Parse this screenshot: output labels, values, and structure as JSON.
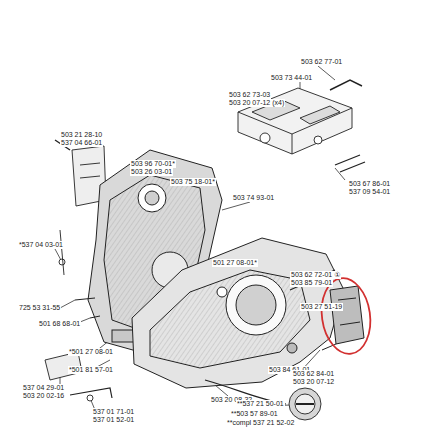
{
  "diagram": {
    "labels": [
      "503 62 77-01",
      "503 73 44-01",
      "503 62 73-03",
      "503 20 07-12 (x4)",
      "503 67 86-01",
      "537 09 54-01",
      "503 21 28-10",
      "537 04 66-01",
      "503 96 70-01*",
      "503 26 03-01",
      "503 75 18-01*",
      "503 74 93-01",
      "*537 04 03-01",
      "501 27 08-01*",
      "503 62 72-01 ①",
      "503 85 79-01",
      "503 27 51-19",
      "725 53 31-55",
      "501 68 68-01",
      "*501 27 08-01",
      "*501 81 57-01",
      "503 84 61-01",
      "503 62 84-01",
      "503 20 07-12",
      "503 20 08-32",
      "537 04 29-01",
      "503 20 02-16",
      "537 01 71-01",
      "537 01 52-01",
      "**503 57 89-01",
      "**537 21 50-01",
      "**compl 537 21 52-02"
    ]
  }
}
